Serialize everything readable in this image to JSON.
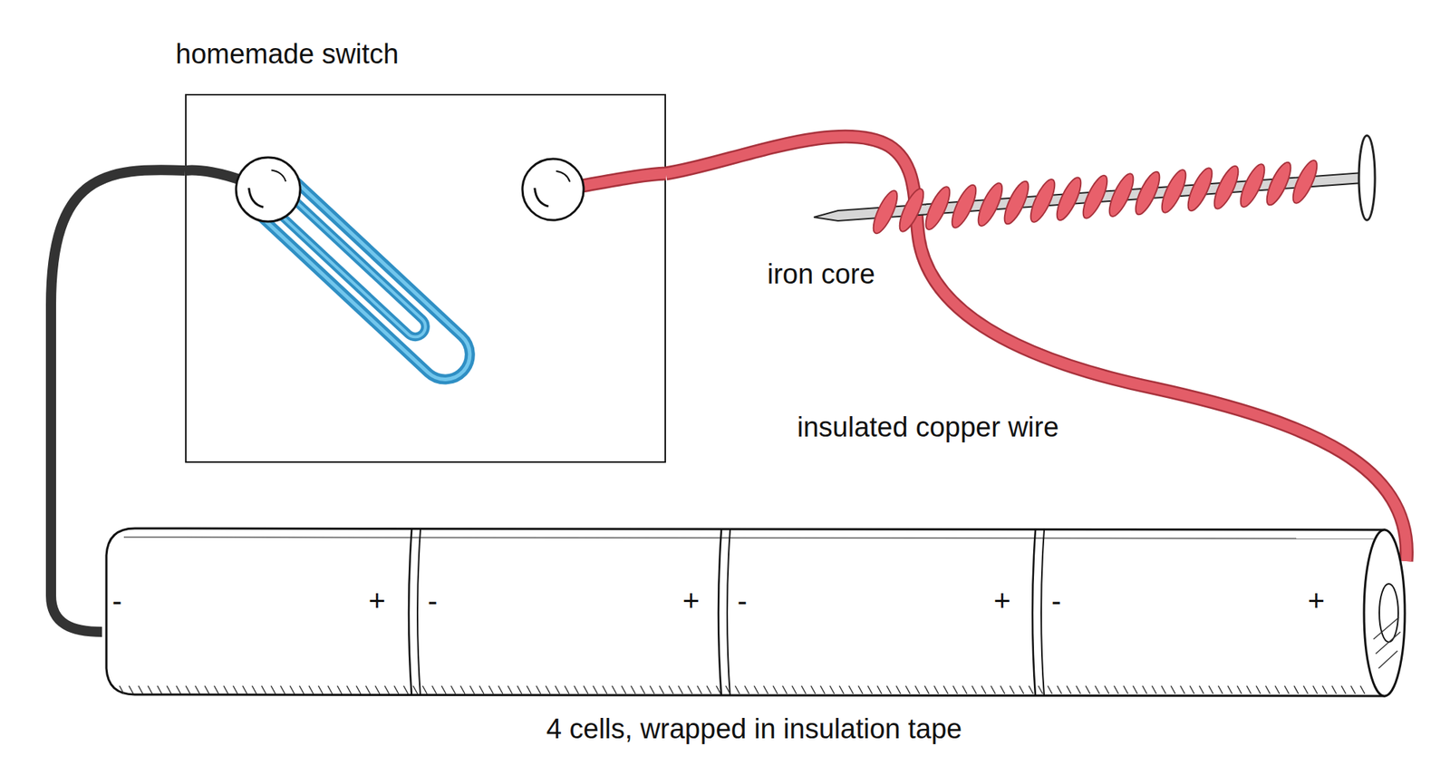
{
  "diagram": {
    "nodes": [
      {
        "text": [
          "homemade switch"
        ]
      },
      {
        "text": [
          "4 cells, wrapped in insulation tape"
        ]
      },
      {
        "text": [
          "-",
          "+"
        ],
        "in": 1
      },
      {
        "text": [
          "-",
          "+"
        ],
        "in": 1
      },
      {
        "text": [
          "-",
          "+"
        ],
        "in": 1
      },
      {
        "text": [
          "-",
          "+"
        ],
        "in": 1
      }
    ],
    "edges": [
      {
        "from": 0,
        "to": 2,
        "arrow": "none"
      },
      {
        "from": 0,
        "to": 5,
        "arrow": "none"
      }
    ],
    "labels": [
      "iron core",
      "insulated copper wire"
    ]
  }
}
